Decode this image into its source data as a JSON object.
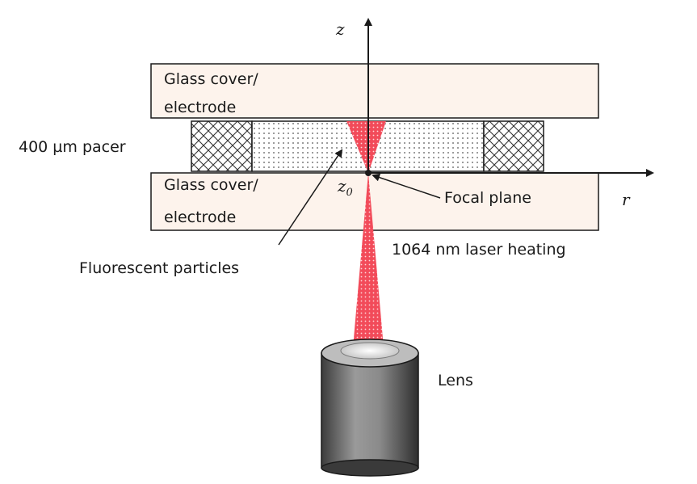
{
  "glass_top": {
    "line1": "Glass cover/",
    "line2": "electrode"
  },
  "glass_bottom": {
    "line1": "Glass cover/",
    "line2": "electrode"
  },
  "spacer_label": "400 µm pacer",
  "particles_label": "Fluorescent particles",
  "focal_plane_label": "Focal plane",
  "laser_label": "1064 nm laser heating",
  "lens_label": "Lens",
  "axis_z": "z",
  "axis_r": "r",
  "z0_label": "z",
  "z0_sub": "0",
  "colors": {
    "laser": "#f24b5a",
    "glass_fill": "#fdf3ec",
    "lens_body": "#7c7c7c",
    "outline": "#1a1a1a"
  }
}
